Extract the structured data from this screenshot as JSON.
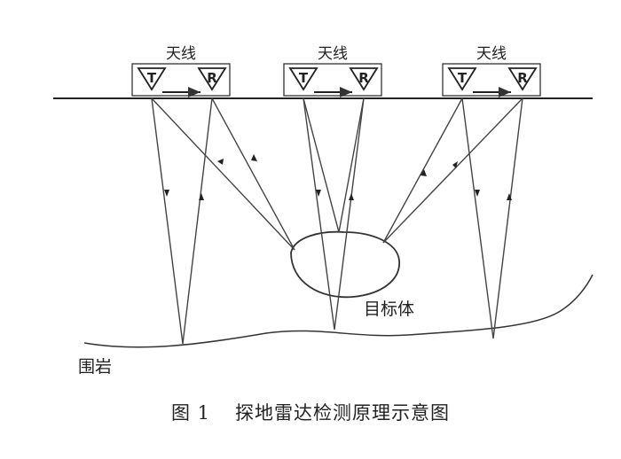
{
  "antennas": [
    {
      "title": "天线",
      "t": "T",
      "r": "R"
    },
    {
      "title": "天线",
      "t": "T",
      "r": "R"
    },
    {
      "title": "天线",
      "t": "T",
      "r": "R"
    }
  ],
  "labels": {
    "target": "目标体",
    "rock": "围岩"
  },
  "caption": {
    "number": "图 1",
    "title": "探地雷达检测原理示意图"
  }
}
